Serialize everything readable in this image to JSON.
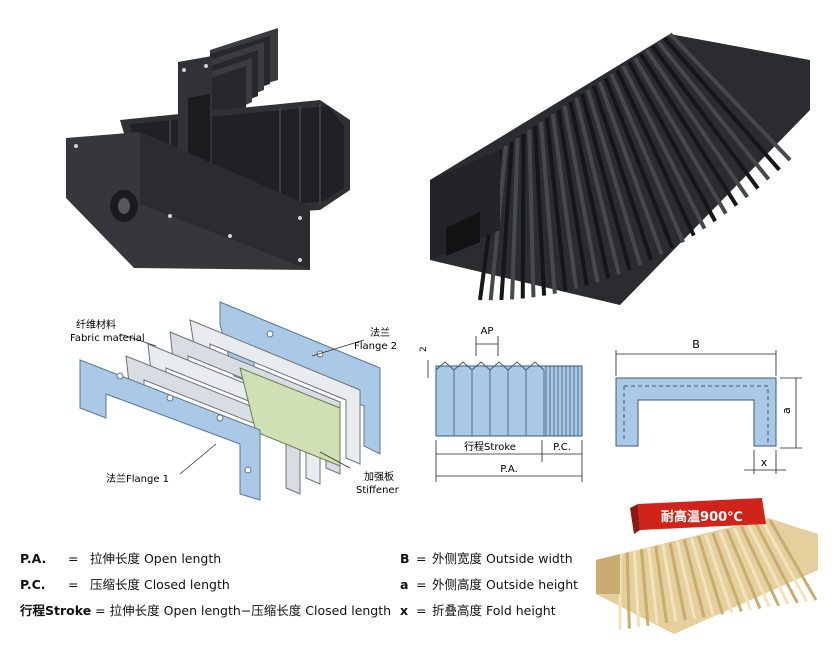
{
  "exploded": {
    "fabric_cn": "纤维材料",
    "fabric_en": "Fabric material",
    "flange2_cn": "法兰",
    "flange2_en": "Flange 2",
    "flange1": "法兰Flange 1",
    "stiffener_cn": "加强板",
    "stiffener_en": "Stiffener"
  },
  "side_diagram": {
    "ap": "AP",
    "fold_dim": "2",
    "stroke": "行程Stroke",
    "pc": "P.C.",
    "pa": "P.A."
  },
  "section_diagram": {
    "b": "B",
    "a": "a",
    "x": "x"
  },
  "badge": "耐高温900℃",
  "legend": {
    "left": [
      {
        "key": "P.A.",
        "eq": "=",
        "desc": "拉伸长度 Open length"
      },
      {
        "key": "P.C.",
        "eq": "=",
        "desc": "压缩长度 Closed length"
      },
      {
        "key": "行程Stroke",
        "eq": "=",
        "desc": "拉伸长度 Open length−压缩长度 Closed length"
      }
    ],
    "right": [
      {
        "key": "B",
        "eq": "=",
        "desc": "外侧宽度 Outside width"
      },
      {
        "key": "a",
        "eq": "=",
        "desc": "外侧高度 Outside height"
      },
      {
        "key": "x",
        "eq": "=",
        "desc": "折叠高度 Fold height"
      }
    ]
  },
  "colors": {
    "bellows_dark": "#2b2d30",
    "diagram_blue": "#a9c9e6",
    "stiffener_green": "#cfe0b4",
    "badge_red": "#d0231a",
    "tan": "#e5cf9c"
  }
}
